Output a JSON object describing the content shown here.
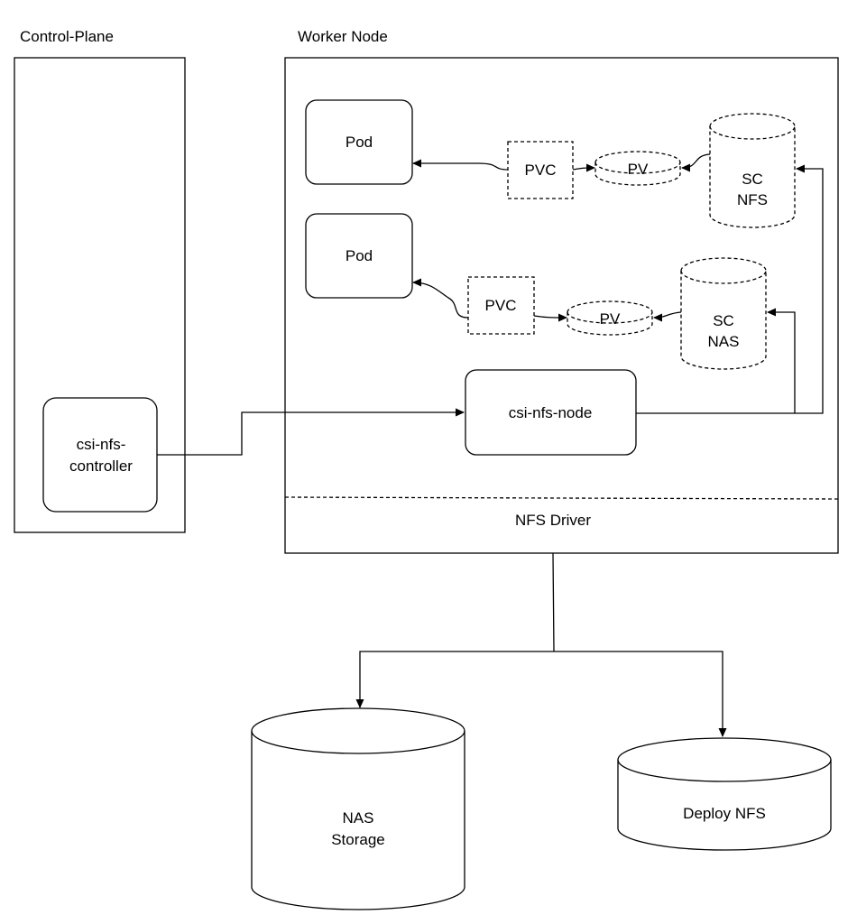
{
  "control_plane": {
    "title": "Control-Plane",
    "controller_lines": [
      "csi-nfs-",
      "controller"
    ]
  },
  "worker_node": {
    "title": "Worker Node",
    "pod_top": "Pod",
    "pod_bottom": "Pod",
    "pvc_top": "PVC",
    "pvc_bottom": "PVC",
    "pv_top": "PV",
    "pv_bottom": "PV",
    "sc_nfs_lines": [
      "SC",
      "NFS"
    ],
    "sc_nas_lines": [
      "SC",
      "NAS"
    ],
    "csi_node": "csi-nfs-node",
    "nfs_driver": "NFS Driver"
  },
  "storage": {
    "nas_lines": [
      "NAS",
      "Storage"
    ],
    "deploy_nfs": "Deploy NFS"
  },
  "colors": {
    "stroke": "#000000",
    "background": "#ffffff"
  }
}
